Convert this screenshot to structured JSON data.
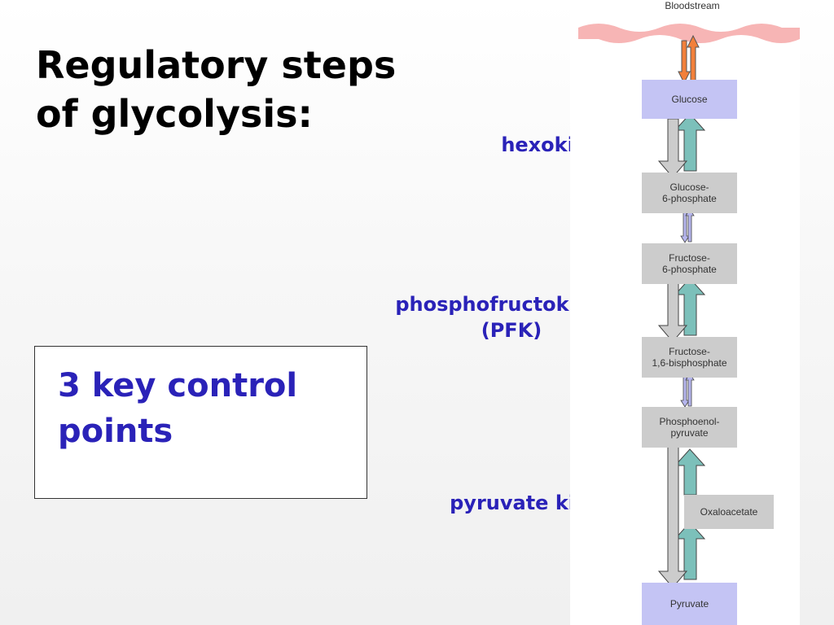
{
  "slide": {
    "title_lines": [
      "Regulatory steps",
      "of glycolysis:"
    ],
    "callout_lines": [
      "3 key control",
      "points"
    ]
  },
  "enzymes": {
    "hexokinase": "hexokinase",
    "pfk_lines": [
      "phosphofructokinase",
      "(PFK)"
    ],
    "pyruvate_kinase": "pyruvate kinase"
  },
  "pathway": {
    "bloodstream": "Bloodstream",
    "glucose": "Glucose",
    "g6p_lines": [
      "Glucose-",
      "6-phosphate"
    ],
    "f6p_lines": [
      "Fructose-",
      "6-phosphate"
    ],
    "f16bp_lines": [
      "Fructose-",
      "1,6-bisphosphate"
    ],
    "pep_lines": [
      "Phosphoenol-",
      "pyruvate"
    ],
    "oxaloacetate": "Oxaloacetate",
    "pyruvate": "Pyruvate"
  },
  "colors": {
    "enzyme_text": "#2a22b8",
    "callout_text": "#2a22b8",
    "bloodstream_wave": "#f7b5b5",
    "transport_arrow": "#f2803a",
    "gluconeogenic_arrow": "#7cc0ba",
    "glycolytic_arrow": "#cccccc",
    "reversible_arrow": "#b6b6ee",
    "blue_box": "#c4c4f4",
    "grey_box": "#cccccc"
  }
}
